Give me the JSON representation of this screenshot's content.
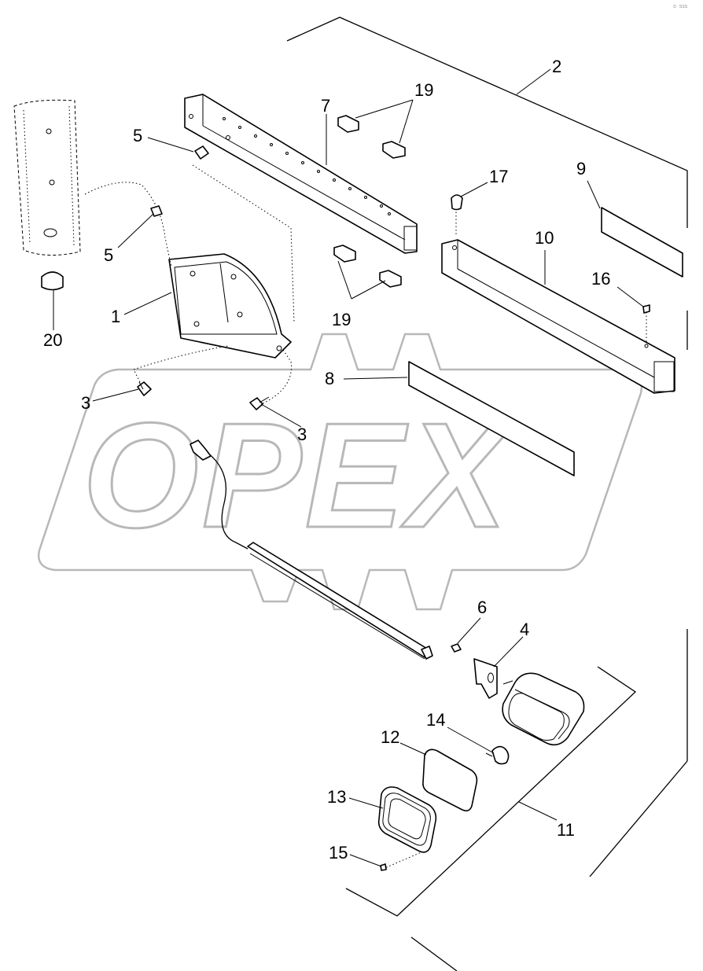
{
  "corner_code": "s· sss",
  "watermark": {
    "text": "OPEX"
  },
  "callouts": [
    {
      "id": "callout-1",
      "text": "1"
    },
    {
      "id": "callout-2",
      "text": "2"
    },
    {
      "id": "callout-3a",
      "text": "3"
    },
    {
      "id": "callout-3b",
      "text": "3"
    },
    {
      "id": "callout-4",
      "text": "4"
    },
    {
      "id": "callout-5a",
      "text": "5"
    },
    {
      "id": "callout-5b",
      "text": "5"
    },
    {
      "id": "callout-6",
      "text": "6"
    },
    {
      "id": "callout-7",
      "text": "7"
    },
    {
      "id": "callout-8",
      "text": "8"
    },
    {
      "id": "callout-9",
      "text": "9"
    },
    {
      "id": "callout-10",
      "text": "10"
    },
    {
      "id": "callout-11",
      "text": "11"
    },
    {
      "id": "callout-12",
      "text": "12"
    },
    {
      "id": "callout-13",
      "text": "13"
    },
    {
      "id": "callout-14",
      "text": "14"
    },
    {
      "id": "callout-15",
      "text": "15"
    },
    {
      "id": "callout-16",
      "text": "16"
    },
    {
      "id": "callout-17",
      "text": "17"
    },
    {
      "id": "callout-19a",
      "text": "19"
    },
    {
      "id": "callout-19b",
      "text": "19"
    },
    {
      "id": "callout-20",
      "text": "20"
    }
  ]
}
